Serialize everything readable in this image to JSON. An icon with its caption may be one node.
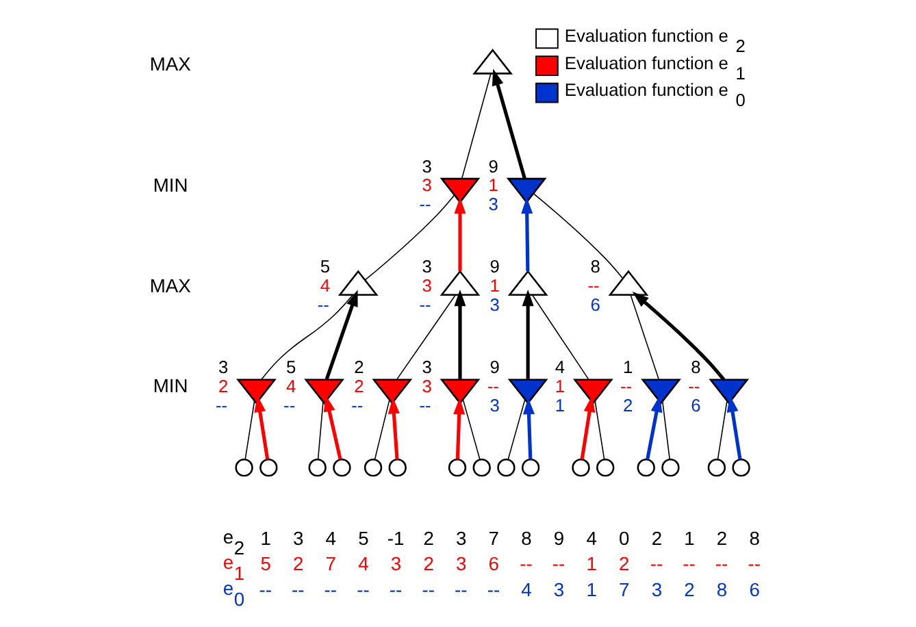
{
  "diagram": {
    "nodes": [
      {
        "text": [],
        "shape": "triangle"
      },
      {
        "text": [],
        "shape": "triangle",
        "beside": [
          "3",
          "3",
          "--"
        ]
      },
      {
        "text": [],
        "shape": "triangle",
        "beside": [
          "9",
          "1",
          "3"
        ]
      },
      {
        "text": [],
        "shape": "triangle",
        "beside": [
          "5",
          "4",
          "--"
        ]
      },
      {
        "text": [],
        "shape": "triangle",
        "beside": [
          "3",
          "3",
          "--"
        ]
      },
      {
        "text": [],
        "shape": "triangle",
        "beside": [
          "9",
          "1",
          "3"
        ]
      },
      {
        "text": [],
        "shape": "triangle",
        "beside": [
          "8",
          "--",
          "6"
        ]
      },
      {
        "text": [],
        "shape": "triangle",
        "beside": [
          "3",
          "2",
          "--"
        ]
      },
      {
        "text": [],
        "shape": "triangle",
        "beside": [
          "5",
          "4",
          "--"
        ]
      },
      {
        "text": [],
        "shape": "triangle",
        "beside": [
          "2",
          "2",
          "--"
        ]
      },
      {
        "text": [],
        "shape": "triangle",
        "beside": [
          "3",
          "3",
          "--"
        ]
      },
      {
        "text": [],
        "shape": "triangle",
        "beside": [
          "9",
          "--",
          "3"
        ]
      },
      {
        "text": [],
        "shape": "triangle",
        "beside": [
          "4",
          "1",
          "1"
        ]
      },
      {
        "text": [],
        "shape": "triangle",
        "beside": [
          "1",
          "--",
          "2"
        ]
      },
      {
        "text": [],
        "shape": "triangle",
        "beside": [
          "8",
          "--",
          "6"
        ]
      },
      {
        "text": [],
        "shape": "circle"
      },
      {
        "text": [],
        "shape": "circle"
      },
      {
        "text": [],
        "shape": "circle"
      },
      {
        "text": [],
        "shape": "circle"
      },
      {
        "text": [],
        "shape": "circle"
      },
      {
        "text": [],
        "shape": "circle"
      },
      {
        "text": [],
        "shape": "circle"
      },
      {
        "text": [],
        "shape": "circle"
      },
      {
        "text": [],
        "shape": "circle"
      },
      {
        "text": [],
        "shape": "circle"
      },
      {
        "text": [],
        "shape": "circle"
      },
      {
        "text": [],
        "shape": "circle"
      },
      {
        "text": [],
        "shape": "circle"
      },
      {
        "text": [],
        "shape": "circle"
      },
      {
        "text": [],
        "shape": "circle"
      },
      {
        "text": [],
        "shape": "circle"
      }
    ],
    "edges": [
      {
        "from": 1,
        "to": 0,
        "arrow": "none"
      },
      {
        "from": 2,
        "to": 0,
        "arrow": "to",
        "style": "thick"
      },
      {
        "from": 3,
        "to": 1,
        "arrow": "none"
      },
      {
        "from": 4,
        "to": 1,
        "arrow": "to",
        "style": "thick",
        "color": "#ff0000"
      },
      {
        "from": 5,
        "to": 2,
        "arrow": "to",
        "style": "thick",
        "color": "#0033cc"
      },
      {
        "from": 6,
        "to": 2,
        "arrow": "none"
      },
      {
        "from": 7,
        "to": 3,
        "arrow": "none"
      },
      {
        "from": 8,
        "to": 3,
        "arrow": "to",
        "style": "thick"
      },
      {
        "from": 9,
        "to": 4,
        "arrow": "none"
      },
      {
        "from": 10,
        "to": 4,
        "arrow": "to",
        "style": "thick"
      },
      {
        "from": 11,
        "to": 5,
        "arrow": "to",
        "style": "thick"
      },
      {
        "from": 12,
        "to": 5,
        "arrow": "none"
      },
      {
        "from": 13,
        "to": 6,
        "arrow": "none"
      },
      {
        "from": 14,
        "to": 6,
        "arrow": "to",
        "style": "thick"
      },
      {
        "from": 15,
        "to": 7,
        "arrow": "none"
      },
      {
        "from": 16,
        "to": 7,
        "arrow": "to",
        "style": "thick",
        "color": "#ff0000"
      },
      {
        "from": 17,
        "to": 8,
        "arrow": "none"
      },
      {
        "from": 18,
        "to": 8,
        "arrow": "to",
        "style": "thick",
        "color": "#ff0000"
      },
      {
        "from": 19,
        "to": 9,
        "arrow": "none"
      },
      {
        "from": 20,
        "to": 9,
        "arrow": "to",
        "style": "thick",
        "color": "#ff0000"
      },
      {
        "from": 21,
        "to": 10,
        "arrow": "to",
        "style": "thick",
        "color": "#ff0000"
      },
      {
        "from": 22,
        "to": 10,
        "arrow": "none"
      },
      {
        "from": 23,
        "to": 11,
        "arrow": "none"
      },
      {
        "from": 24,
        "to": 11,
        "arrow": "to",
        "style": "thick",
        "color": "#0033cc"
      },
      {
        "from": 25,
        "to": 12,
        "arrow": "to",
        "style": "thick",
        "color": "#ff0000"
      },
      {
        "from": 26,
        "to": 12,
        "arrow": "none"
      },
      {
        "from": 27,
        "to": 13,
        "arrow": "to",
        "style": "thick",
        "color": "#0033cc"
      },
      {
        "from": 28,
        "to": 13,
        "arrow": "none"
      },
      {
        "from": 29,
        "to": 14,
        "arrow": "none"
      },
      {
        "from": 30,
        "to": 14,
        "arrow": "to",
        "style": "thick",
        "color": "#0033cc"
      }
    ],
    "labels": [
      "MAX",
      "MIN",
      "MAX",
      "MIN",
      "e$_{2}$",
      "1",
      "3",
      "4",
      "5",
      "-1",
      "2",
      "3",
      "7",
      "8",
      "9",
      "4",
      "0",
      "2",
      "1",
      "2",
      "8",
      "e$_{1}$",
      "5",
      "2",
      "7",
      "4",
      "3",
      "2",
      "3",
      "6",
      "--",
      "--",
      "1",
      "2",
      "--",
      "--",
      "--",
      "--",
      "e$_{0}$",
      "--",
      "--",
      "--",
      "--",
      "--",
      "--",
      "--",
      "--",
      "4",
      "3",
      "1",
      "7",
      "3",
      "2",
      "8",
      "6"
    ],
    "legend": [
      {
        "text": "Evaluation function e$_{2}$",
        "color": "#ffffff"
      },
      {
        "text": "Evaluation function e$_{1}$",
        "color": "#ff0000"
      },
      {
        "text": "Evaluation function e$_{0}$",
        "color": "#0033cc"
      }
    ]
  }
}
